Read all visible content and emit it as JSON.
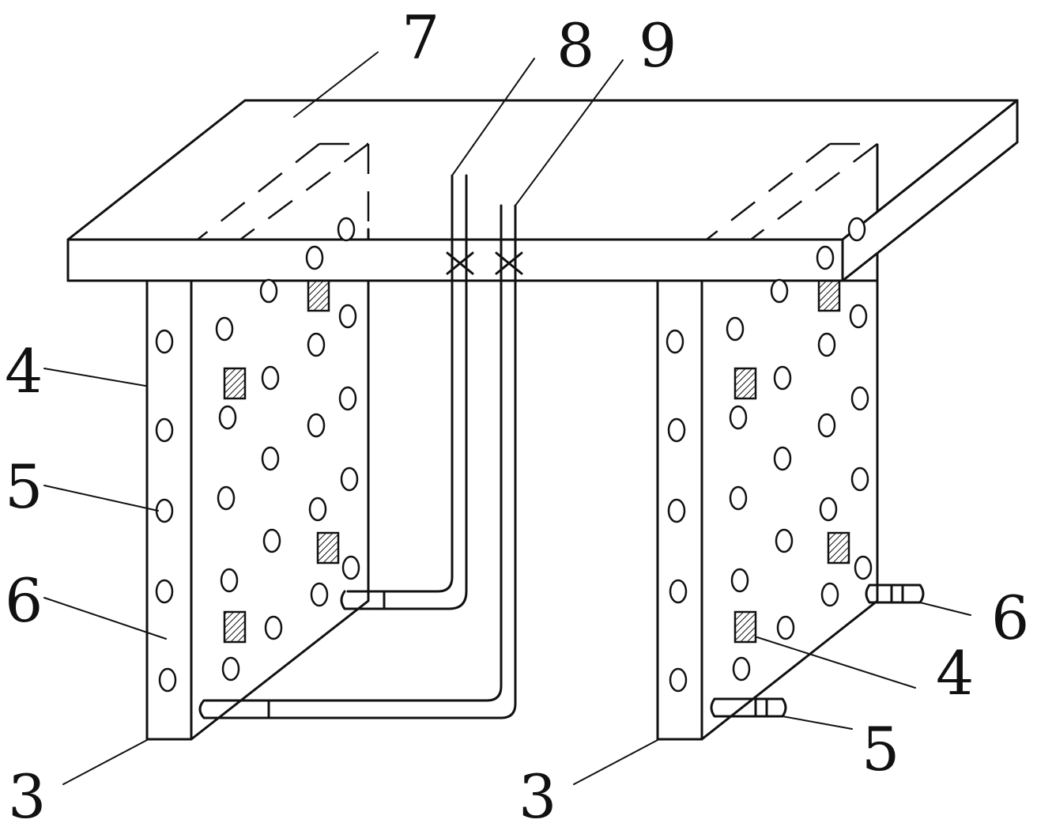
{
  "diagram": {
    "labels": {
      "top_plate": "7",
      "pipe_a": "8",
      "pipe_b": "9",
      "left_edge": "4",
      "left_hole": "5",
      "left_face": "6",
      "left_base": "3",
      "right_base": "3",
      "right_outlet_upper": "6",
      "right_marker": "4",
      "right_outlet_lower": "5"
    }
  }
}
